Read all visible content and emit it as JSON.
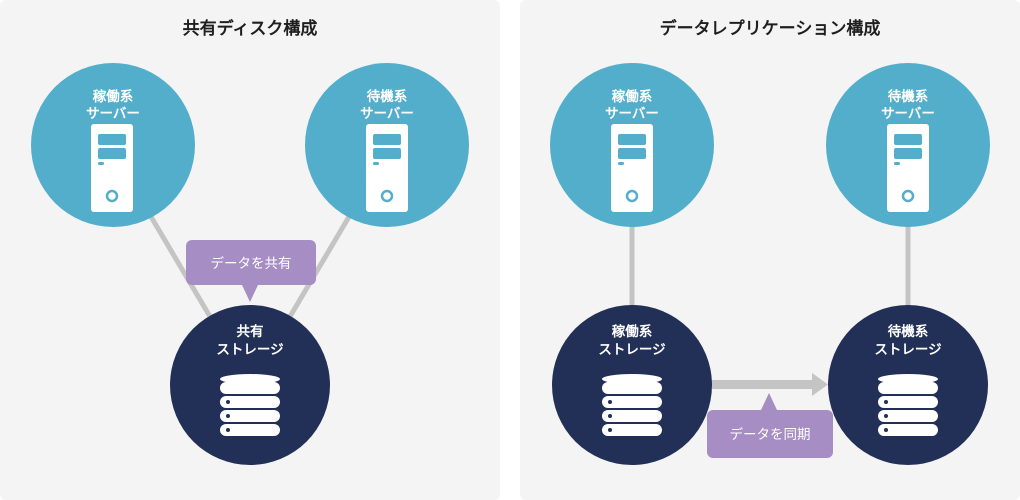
{
  "left_panel": {
    "title": "共有ディスク構成",
    "active_server": {
      "line1": "稼働系",
      "line2": "サーバー"
    },
    "standby_server": {
      "line1": "待機系",
      "line2": "サーバー"
    },
    "storage": {
      "line1": "共有",
      "line2": "ストレージ"
    },
    "callout": "データを共有"
  },
  "right_panel": {
    "title": "データレプリケーション構成",
    "active_server": {
      "line1": "稼働系",
      "line2": "サーバー"
    },
    "standby_server": {
      "line1": "待機系",
      "line2": "サーバー"
    },
    "active_storage": {
      "line1": "稼働系",
      "line2": "ストレージ"
    },
    "standby_storage": {
      "line1": "待機系",
      "line2": "ストレージ"
    },
    "callout": "データを同期"
  },
  "colors": {
    "server_circle": "#52aecb",
    "storage_circle": "#223057",
    "callout": "#a68dc3",
    "connector": "#c4c4c4",
    "panel_bg": "#f4f4f5"
  },
  "icons": {
    "server": "server-tower-icon",
    "storage": "database-icon",
    "arrow": "right-arrow-icon"
  }
}
